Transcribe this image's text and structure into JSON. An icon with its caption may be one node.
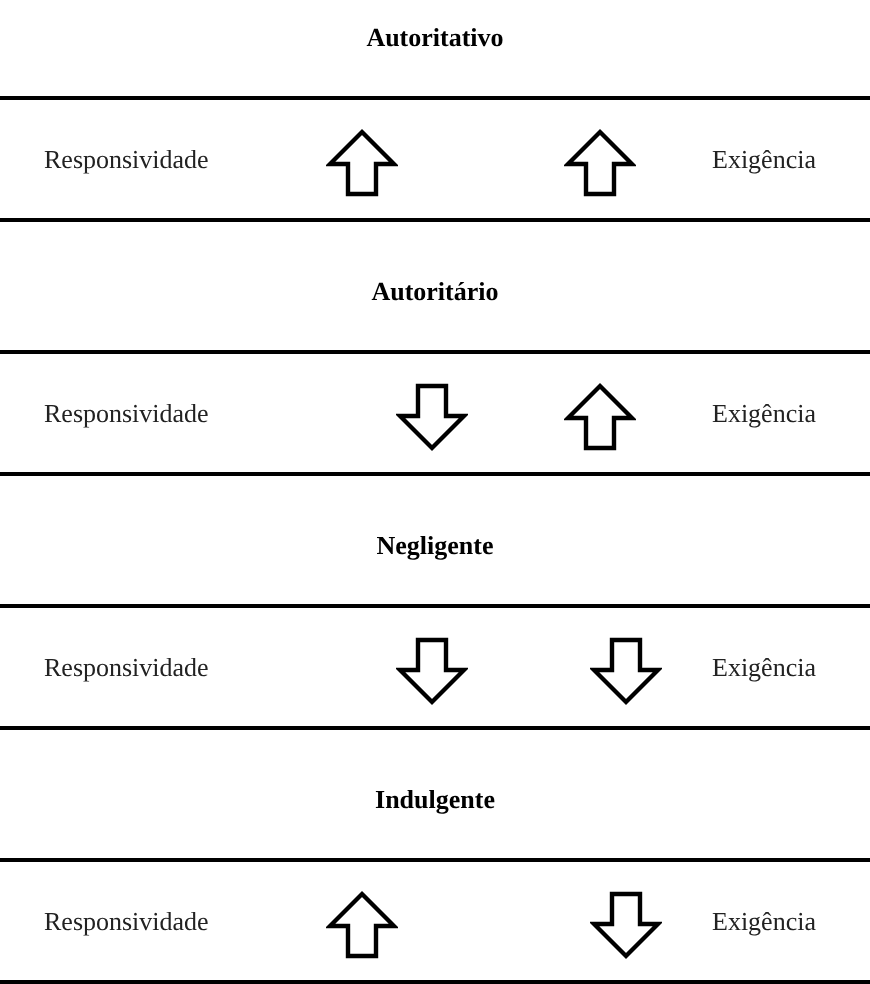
{
  "diagram": {
    "nodes": [
      {
        "text": [
          "Autoritativo",
          "Responsividade",
          "Exigência"
        ]
      },
      {
        "text": [],
        "shape": "up-arrow",
        "in": 0
      },
      {
        "text": [],
        "shape": "up-arrow",
        "in": 0
      },
      {
        "text": [
          "Autoritário",
          "Responsividade",
          "Exigência"
        ]
      },
      {
        "text": [],
        "shape": "down-arrow",
        "in": 3
      },
      {
        "text": [],
        "shape": "up-arrow",
        "in": 3
      },
      {
        "text": [
          "Negligente",
          "Responsividade",
          "Exigência"
        ]
      },
      {
        "text": [],
        "shape": "down-arrow",
        "in": 6
      },
      {
        "text": [],
        "shape": "down-arrow",
        "in": 6
      },
      {
        "text": [
          "Indulgente",
          "Responsividade",
          "Exigência"
        ]
      },
      {
        "text": [],
        "shape": "up-arrow",
        "in": 9
      },
      {
        "text": [],
        "shape": "down-arrow",
        "in": 9
      }
    ]
  }
}
